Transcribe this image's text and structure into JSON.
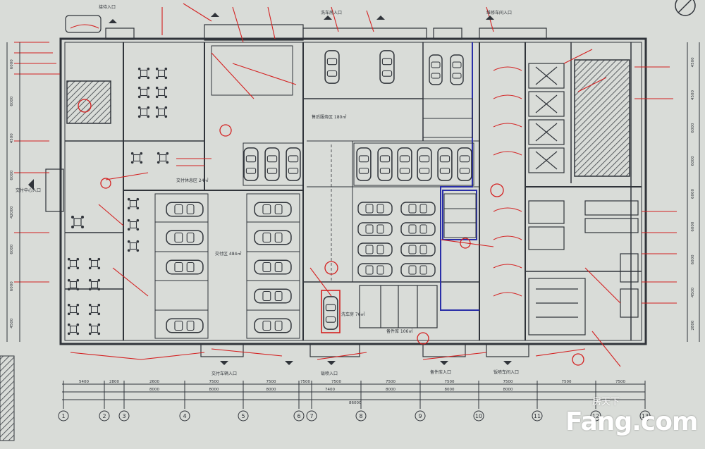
{
  "drawing": {
    "entrances": [
      "接待入口",
      "交付车辆入口",
      "维修车间入口",
      "洗车房入口",
      "备件库入口",
      "钣喷车间入口",
      "钣喷入口"
    ],
    "rooms": {
      "delivery_area": "交付区 484㎡",
      "delivery_lounge": "交付休息区 24㎡",
      "service_reception": "售后服务区 180㎡",
      "wash_room": "洗车房 76㎡",
      "parts_storage": "备件库 106㎡"
    },
    "dimension_rows": {
      "top": [
        "5400",
        "2800",
        "2600",
        "7500",
        "7500",
        "7500",
        "7500",
        "7500",
        "7500",
        "7500",
        "7500",
        "7500",
        "7500"
      ],
      "middle": [
        "8000",
        "8000",
        "8000",
        "7400",
        "8000",
        "8000",
        "8000"
      ],
      "total": "86000"
    },
    "axis_labels": [
      "1",
      "2",
      "3",
      "4",
      "5",
      "6",
      "7",
      "8",
      "9",
      "10",
      "11",
      "12",
      "13"
    ],
    "left_dims": [
      "6000",
      "6000",
      "4500",
      "6000",
      "42000",
      "6000",
      "6000",
      "4500"
    ],
    "right_dims": [
      "4500",
      "4500",
      "6000",
      "6000",
      "6000",
      "6000",
      "6000",
      "4500",
      "2800"
    ],
    "left_side_label": "交付中心入口"
  },
  "watermark": {
    "top": "房天下",
    "brand": "Fang.com"
  },
  "colors": {
    "paper": "#d9dcd8",
    "linework": "#30343a",
    "annotation": "#d42020",
    "partition": "#2a2fa8",
    "hatch": "#6a6e72"
  }
}
